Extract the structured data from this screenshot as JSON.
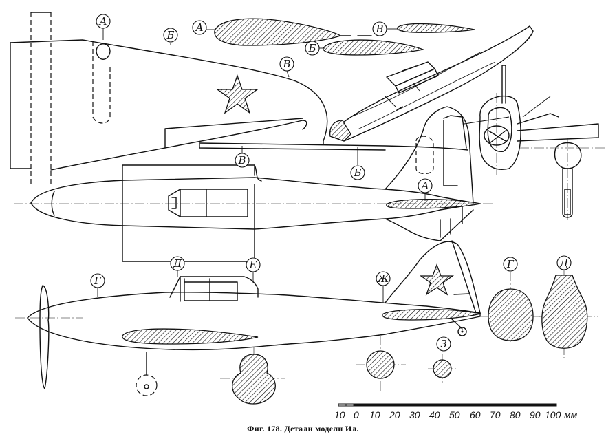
{
  "figure": {
    "caption": "Фиг. 178. Детали модели Ил."
  },
  "callouts": {
    "A": "А",
    "B": "Б",
    "V": "В",
    "G": "Г",
    "D": "Д",
    "E": "Е",
    "Zh": "Ж",
    "Z": "З"
  },
  "scale": {
    "ticks": [
      "10",
      "0",
      "10",
      "20",
      "30",
      "40",
      "50",
      "60",
      "70",
      "80",
      "90",
      "100"
    ],
    "unit": "мм"
  },
  "colors": {
    "ink": "#111111",
    "paper": "#ffffff"
  }
}
